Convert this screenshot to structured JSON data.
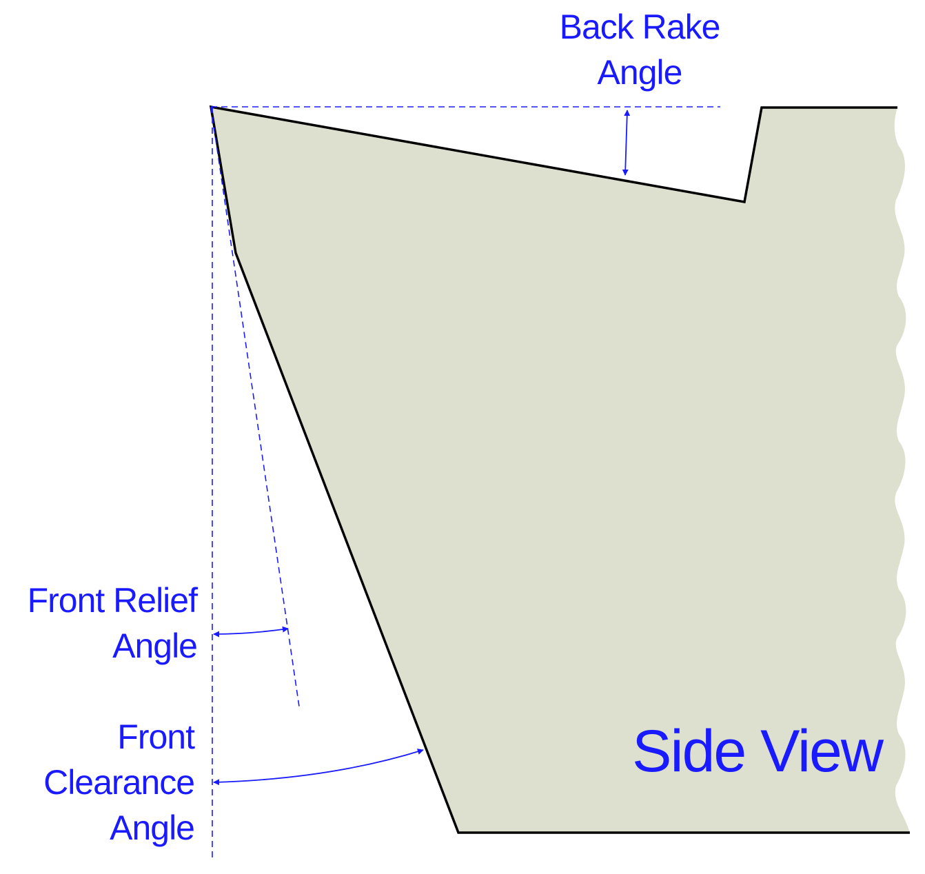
{
  "labels": {
    "back_rake": [
      "Back Rake",
      "Angle"
    ],
    "front_relief": [
      "Front Relief",
      "Angle"
    ],
    "front_clearance": [
      "Front",
      "Clearance",
      "Angle"
    ],
    "view_title": "Side View"
  },
  "colors": {
    "tool_fill": "#dde0cf",
    "outline": "#000000",
    "annotation": "#1a1aff",
    "background": "#ffffff"
  }
}
